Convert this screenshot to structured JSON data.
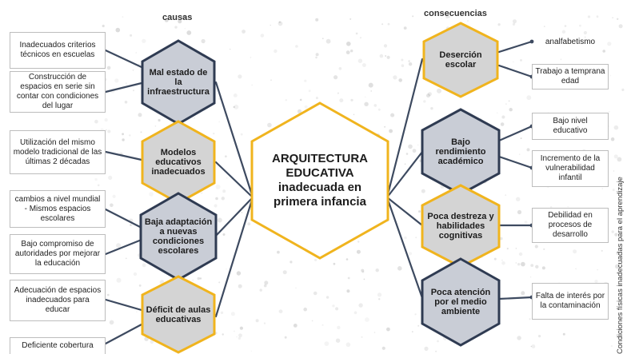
{
  "headers": {
    "causes": "causas",
    "consequences": "consecuencias"
  },
  "center": {
    "line1": "ARQUITECTURA",
    "line2": "EDUCATIVA",
    "line3": "inadecuada en",
    "line4": "primera infancia"
  },
  "causes": [
    {
      "label": "Mal estado de la infraestructura",
      "details": [
        "Inadecuados criterios técnicos en escuelas",
        "Construcción de espacios en serie sin contar con condiciones del lugar"
      ]
    },
    {
      "label": "Modelos educativos inadecuados",
      "details": [
        "Utilización del mismo modelo tradicional de las últimas 2 décadas"
      ]
    },
    {
      "label": "Baja adaptación a nuevas condiciones escolares",
      "details": [
        "cambios a nivel mundial - Mismos espacios escolares",
        "Bajo compromiso de autoridades por mejorar la educación"
      ]
    },
    {
      "label": "Déficit de aulas educativas",
      "details": [
        "Adecuación de espacios inadecuados para educar",
        "Deficiente cobertura"
      ]
    }
  ],
  "consequences": [
    {
      "label": "Deserción escolar",
      "details": [
        "analfabetismo",
        "Trabajo a temprana edad"
      ]
    },
    {
      "label": "Bajo rendimiento académico",
      "details": [
        "Bajo nivel educativo",
        "Incremento de la vulnerabilidad infantil"
      ]
    },
    {
      "label": "Poca destreza y habilidades cognitivas",
      "details": [
        "Debilidad en procesos de desarrollo"
      ]
    },
    {
      "label": "Poca atención por el medio ambiente",
      "details": [
        "Falta de interés por la contaminación"
      ]
    }
  ],
  "side_text": "Condiciones físicas inadecuadas para el aprendizaje",
  "colors": {
    "hex_dark_fill": "#c9cdd6",
    "hex_dark_border": "#2f3b52",
    "hex_gold_fill": "#d4d4d4",
    "hex_gold_border": "#f0b41e",
    "center_fill": "#ffffff",
    "connector": "#3d4a60"
  }
}
